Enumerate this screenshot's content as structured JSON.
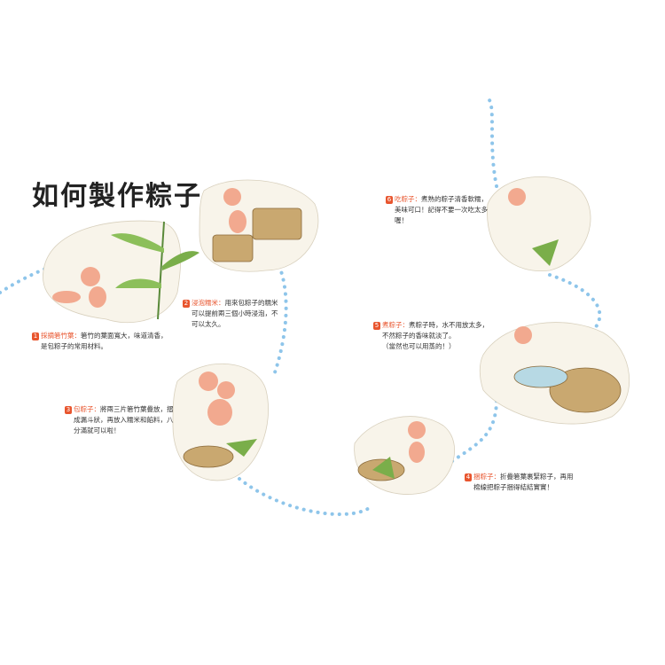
{
  "title": "如何製作粽子",
  "steps": [
    {
      "num": "1",
      "name": "採摘箬竹葉：",
      "text": "箬竹的葉面寬大，味道清香，",
      "text2": "是包粽子的常用材料。"
    },
    {
      "num": "2",
      "name": "浸泡糯米：",
      "text": "用來包粽子的糯米",
      "text2": "可以提前兩三個小時浸泡，不",
      "text3": "可以太久。"
    },
    {
      "num": "3",
      "name": "包粽子：",
      "text": "將兩三片箬竹葉疊放，摺",
      "text2": "成漏斗狀，再放入糯米和餡料，八",
      "text3": "分滿就可以啦！"
    },
    {
      "num": "4",
      "name": "捆粽子：",
      "text": "折疊箬葉裹緊粽子，再用",
      "text2": "棉線把粽子捆得結結實實！"
    },
    {
      "num": "5",
      "name": "煮粽子：",
      "text": "煮粽子時，水不用放太多，",
      "text2": "不然粽子的香味就淡了。",
      "text3": "（當然也可以用蒸的！）"
    },
    {
      "num": "6",
      "name": "吃粽子：",
      "text": "煮熟的粽子清香軟糯，",
      "text2": "美味可口！記得不要一次吃太多",
      "text3": "喔！"
    }
  ],
  "colors": {
    "accent": "#e8552e",
    "path": "#8ec5ea",
    "blob": "#f8f4ea"
  }
}
